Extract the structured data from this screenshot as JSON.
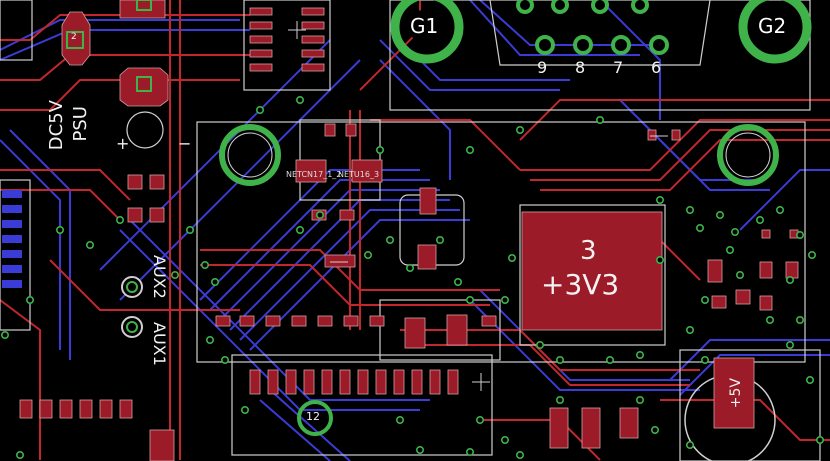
{
  "colors": {
    "background": "#000000",
    "top_copper": "#c1272d",
    "bottom_copper": "#3b3bd6",
    "pad_fill": "#9b1b28",
    "via_ring": "#3fb24a",
    "silkscreen": "#e8e8e8",
    "outline": "#cfcfcf"
  },
  "labels": {
    "g1": "G1",
    "g2": "G2",
    "connector_pins": [
      "9",
      "8",
      "7",
      "6"
    ],
    "psu": "PSU",
    "dc5v": "DC5V",
    "polarity_plus": "+",
    "polarity_minus": "−",
    "aux2": "AUX2",
    "aux1": "AUX1",
    "pad_number": "3",
    "regulator": "+3V3",
    "via_number": "12",
    "plus5v": "+5V",
    "net_label": "NETCN17_1_2",
    "net_label_2": "NETU16_3",
    "pad_small_2": "2"
  }
}
